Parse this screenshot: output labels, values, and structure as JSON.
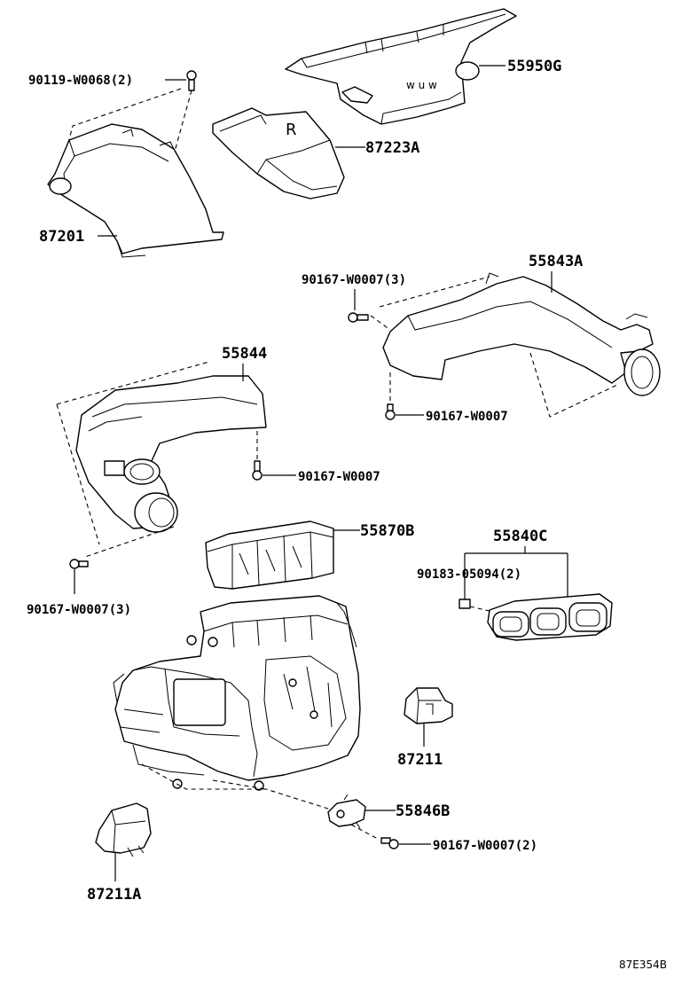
{
  "labels": {
    "p55950G": "55950G",
    "p90119": "90119-W0068(2)",
    "p87223A": "87223A",
    "p87201": "87201",
    "p55843A": "55843A",
    "p90167_3a": "90167-W0007(3)",
    "p55844": "55844",
    "p90167_b": "90167-W0007",
    "p90167_c": "90167-W0007",
    "p55870B": "55870B",
    "p55840C": "55840C",
    "p90183": "90183-05094(2)",
    "p90167_3d": "90167-W0007(3)",
    "p87211": "87211",
    "p55846B": "55846B",
    "p90167_2": "90167-W0007(2)",
    "p87211A": "87211A",
    "embossed_r": "R",
    "diagram_ref": "87E354B"
  }
}
